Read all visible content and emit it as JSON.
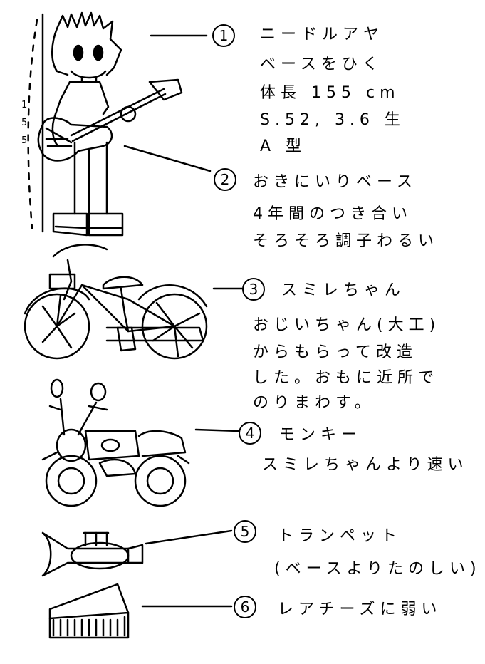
{
  "height_marker": {
    "digits": [
      "1",
      "5",
      "5"
    ]
  },
  "items": [
    {
      "number": "1",
      "lines": [
        "ニードルアヤ",
        "ベースをひく",
        "体長 155 cm",
        "S.52, 3.6 生",
        "A 型"
      ]
    },
    {
      "number": "2",
      "lines": [
        "おきにいりベース",
        "4年間のつき合い",
        "そろそろ調子わるい"
      ]
    },
    {
      "number": "3",
      "lines": [
        "スミレちゃん",
        "おじいちゃん(大工)",
        "からもらって改造",
        "した。おもに近所で",
        "のりまわす。"
      ]
    },
    {
      "number": "4",
      "lines": [
        "モンキー",
        "スミレちゃんより速い"
      ]
    },
    {
      "number": "5",
      "lines": [
        "トランペット",
        "(ベースよりたのしい)"
      ]
    },
    {
      "number": "6",
      "lines": [
        "レアチーズに弱い"
      ]
    }
  ]
}
